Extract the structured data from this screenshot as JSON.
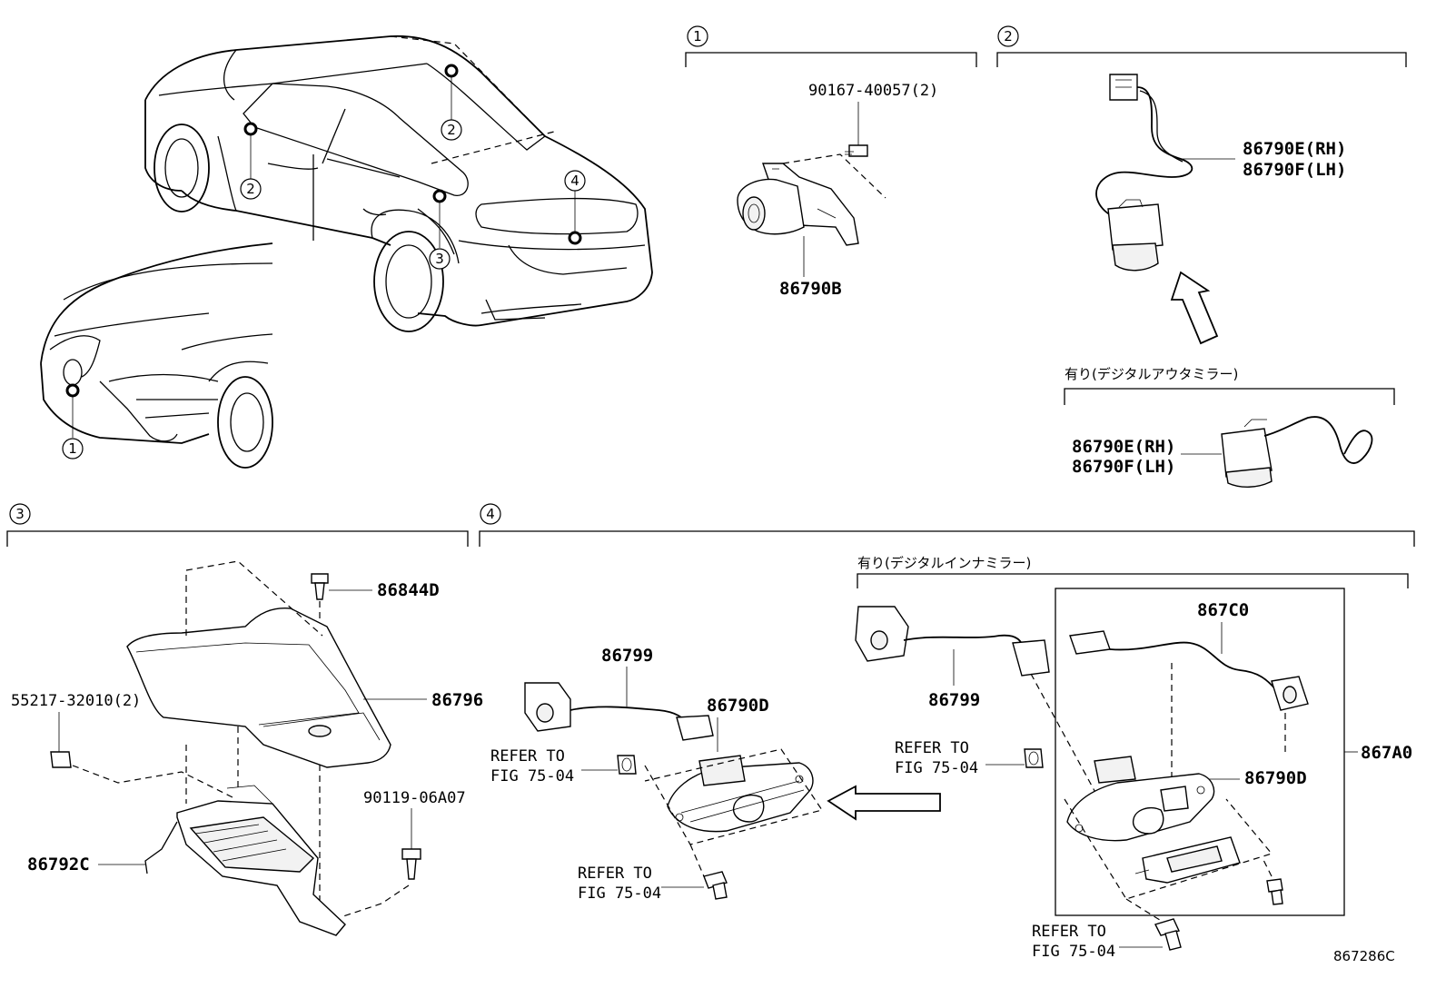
{
  "diagram_id": "867286C",
  "callouts": {
    "c1": "1",
    "c2": "2",
    "c3": "3",
    "c4": "4"
  },
  "sections": {
    "s1": {
      "number": "1",
      "parts": {
        "bolt": "90167-40057(2)",
        "camera": "86790B"
      }
    },
    "s2": {
      "number": "2",
      "parts": {
        "cam_rh": "86790E(RH)",
        "cam_lh": "86790F(LH)"
      },
      "option_note": "有り(デジタルアウタミラー)",
      "option_parts": {
        "cam_rh": "86790E(RH)",
        "cam_lh": "86790F(LH)"
      }
    },
    "s3": {
      "number": "3",
      "parts": {
        "clip": "86844D",
        "cover": "86796",
        "retainer": "55217-32010(2)",
        "screw": "90119-06A07",
        "module": "86792C"
      }
    },
    "s4": {
      "number": "4",
      "parts": {
        "wire": "86799",
        "camera": "86790D"
      },
      "refer_top": [
        "REFER TO",
        "FIG 75-04"
      ],
      "refer_bottom": [
        "REFER TO",
        "FIG 75-04"
      ],
      "option_note": "有り(デジタルインナミラー)",
      "option_parts": {
        "wire": "86799",
        "cable": "867C0",
        "assembly": "867A0",
        "camera": "86790D"
      },
      "option_refer_top": [
        "REFER TO",
        "FIG 75-04"
      ],
      "option_refer_bottom": [
        "REFER TO",
        "FIG 75-04"
      ]
    }
  }
}
